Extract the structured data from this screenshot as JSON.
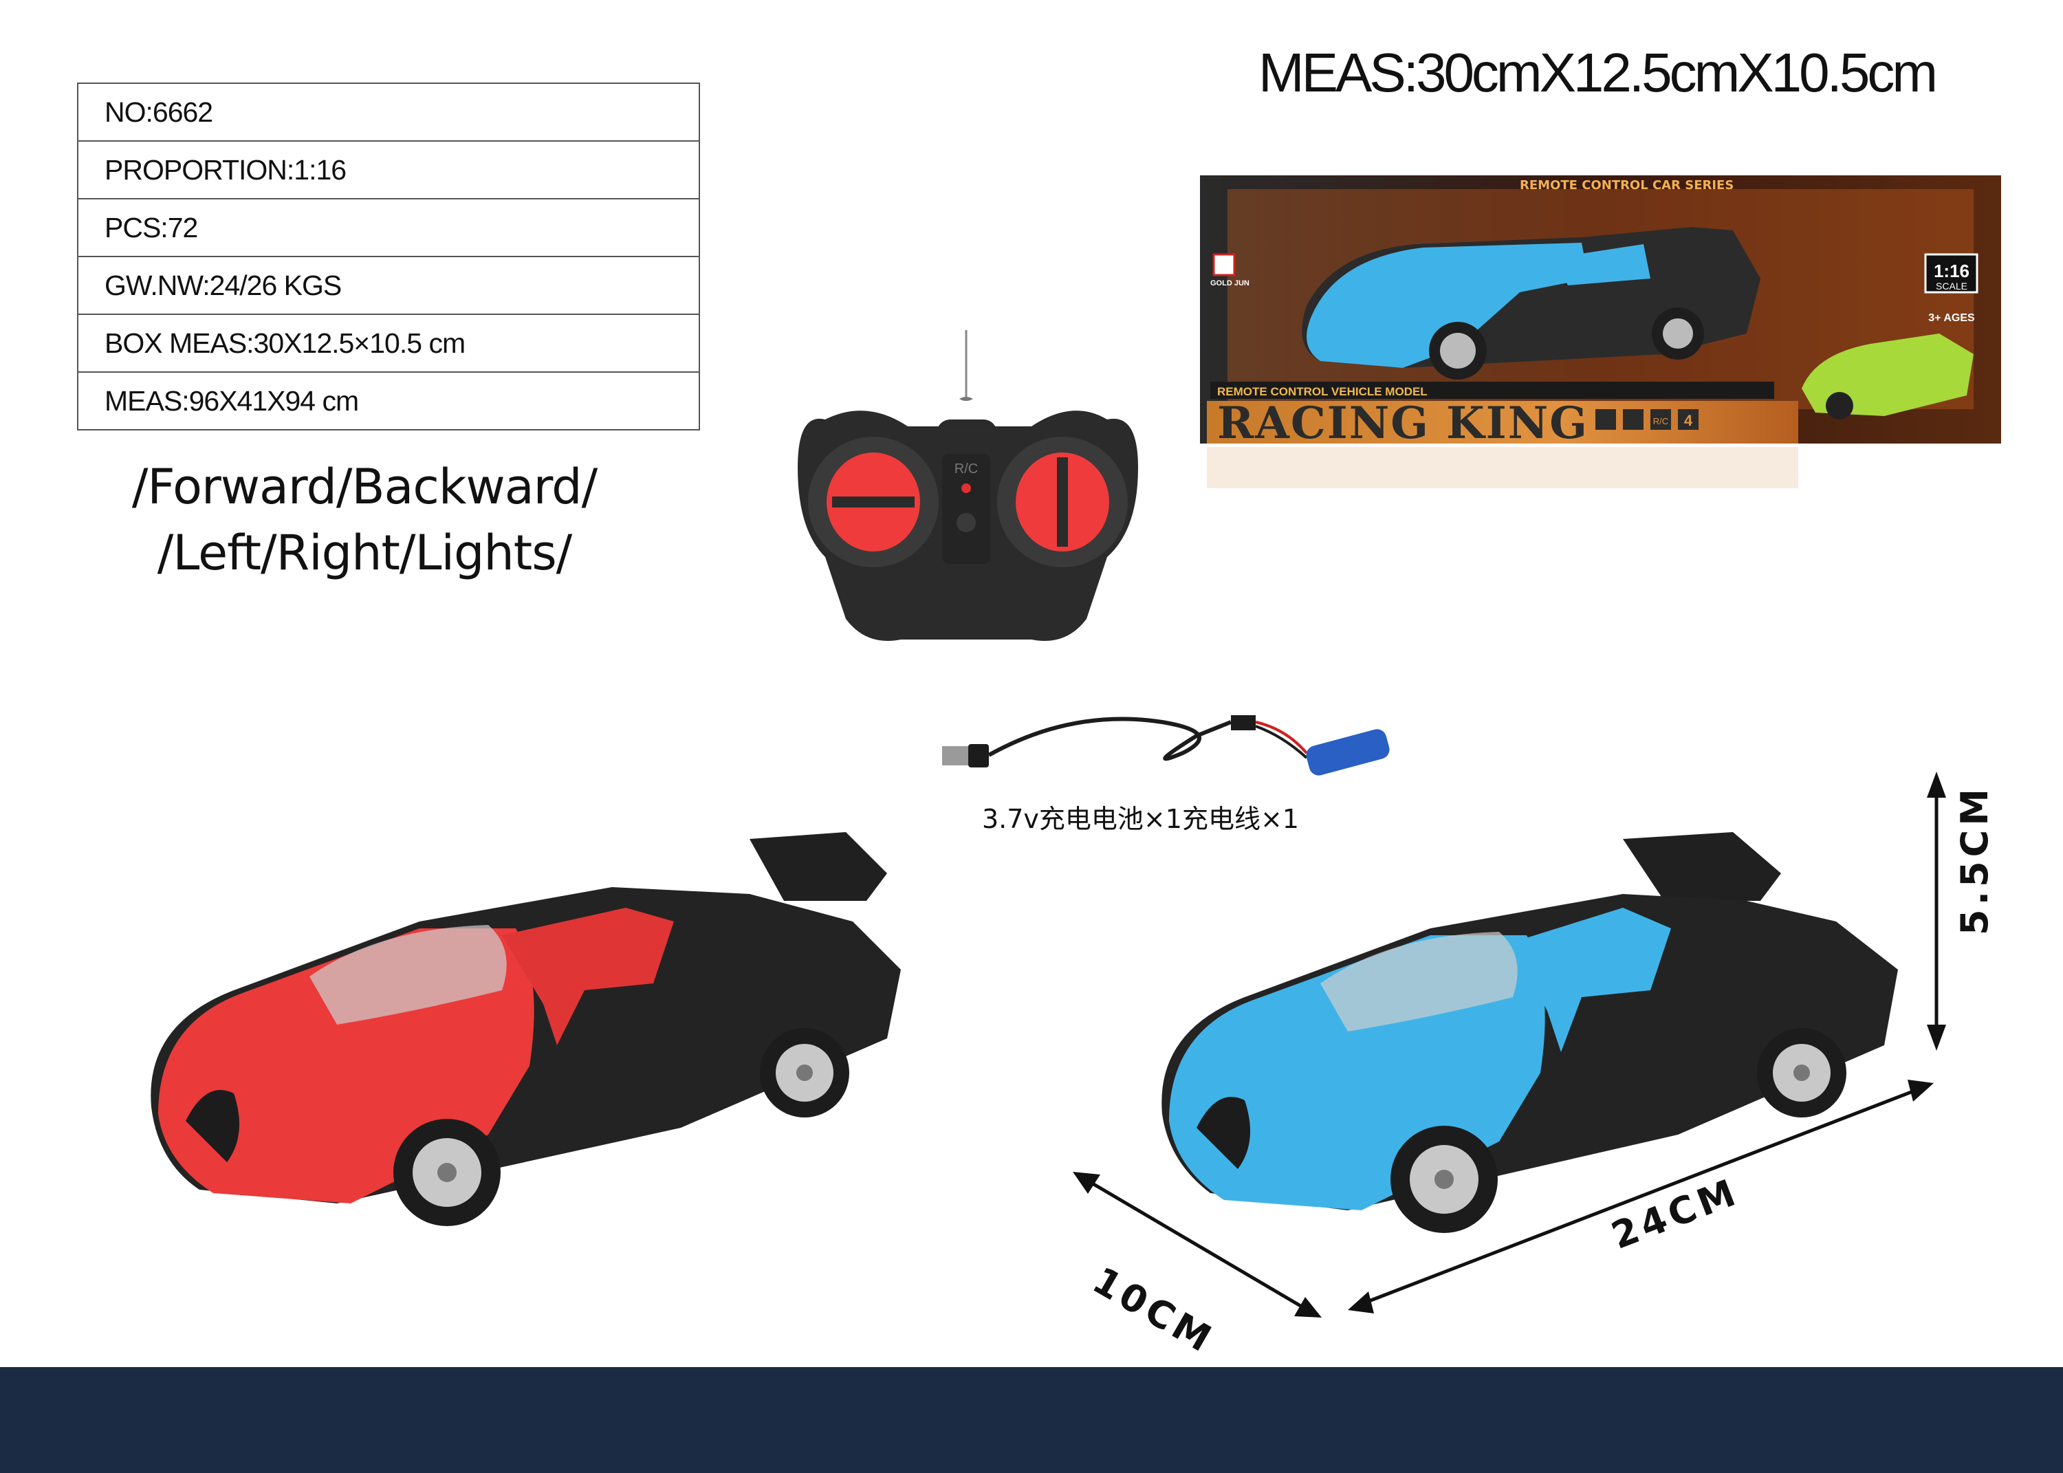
{
  "specs": {
    "no": "NO:6662",
    "proportion": "PROPORTION:1:16",
    "pcs": "PCS:72",
    "weight": "GW.NW:24/26 KGS",
    "box_meas": "BOX MEAS:30X12.5×10.5 cm",
    "carton_meas": "MEAS:96X41X94 cm"
  },
  "functions": {
    "line1": "/Forward/Backward/",
    "line2": "/Left/Right/Lights/"
  },
  "package_meas": "MEAS:30cmX12.5cmX10.5cm",
  "box": {
    "series_text": "REMOTE CONTROL CAR SERIES",
    "brand": "GOLD JUN",
    "scale": "1:16",
    "scale_word": "SCALE",
    "ages": "3+ AGES",
    "model_text": "REMOTE CONTROL VEHICLE MODEL",
    "title": "RACING KING",
    "channels": "4",
    "rc": "R/C"
  },
  "remote": {
    "label": "R/C"
  },
  "accessories_caption": "3.7v充电电池×1充电线×1",
  "dimensions": {
    "height": "5.5CM",
    "length": "24CM",
    "width": "10CM"
  },
  "colors": {
    "blue_car": "#3fb3e8",
    "red_car": "#ea3a3a",
    "band": "#1b2b43"
  }
}
